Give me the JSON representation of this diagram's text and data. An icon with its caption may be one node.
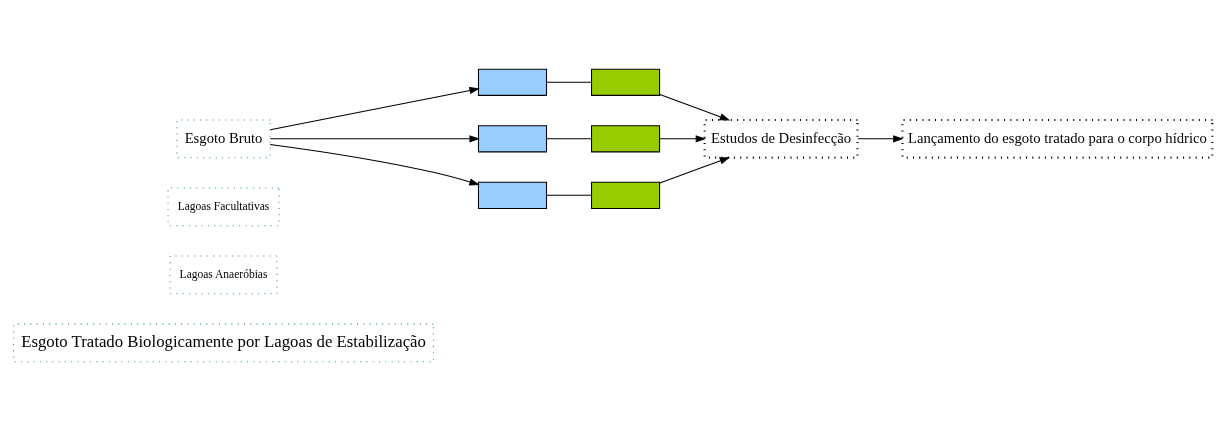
{
  "diagram": {
    "nodes": [
      {
        "text": [
          "Esgoto Tratado Biologicamente por Lagoas de Estabilização"
        ]
      },
      {
        "text": [
          "Lagoas Anaeróbias"
        ]
      },
      {
        "text": [
          "Lagoas Facultativas"
        ]
      },
      {
        "text": [
          "Esgoto Bruto"
        ]
      },
      {
        "text": [],
        "shape": "box"
      },
      {
        "text": [],
        "shape": "box"
      },
      {
        "text": [],
        "shape": "box"
      },
      {
        "text": [],
        "shape": "box"
      },
      {
        "text": [],
        "shape": "box"
      },
      {
        "text": [],
        "shape": "box"
      },
      {
        "text": [
          "Estudos de Desinfecção"
        ]
      },
      {
        "text": [
          "Lançamento do esgoto tratado para o corpo hídrico"
        ]
      }
    ],
    "edges": [
      {
        "from": 3,
        "to": 4,
        "arrow": "to"
      },
      {
        "from": 3,
        "to": 6,
        "arrow": "to"
      },
      {
        "from": 3,
        "to": 8,
        "arrow": "to"
      },
      {
        "from": 4,
        "to": 5,
        "arrow": "none"
      },
      {
        "from": 6,
        "to": 7,
        "arrow": "none"
      },
      {
        "from": 8,
        "to": 9,
        "arrow": "none"
      },
      {
        "from": 5,
        "to": 10,
        "arrow": "to"
      },
      {
        "from": 7,
        "to": 10,
        "arrow": "to"
      },
      {
        "from": 9,
        "to": 10,
        "arrow": "to"
      },
      {
        "from": 10,
        "to": 11,
        "arrow": "to"
      }
    ]
  }
}
